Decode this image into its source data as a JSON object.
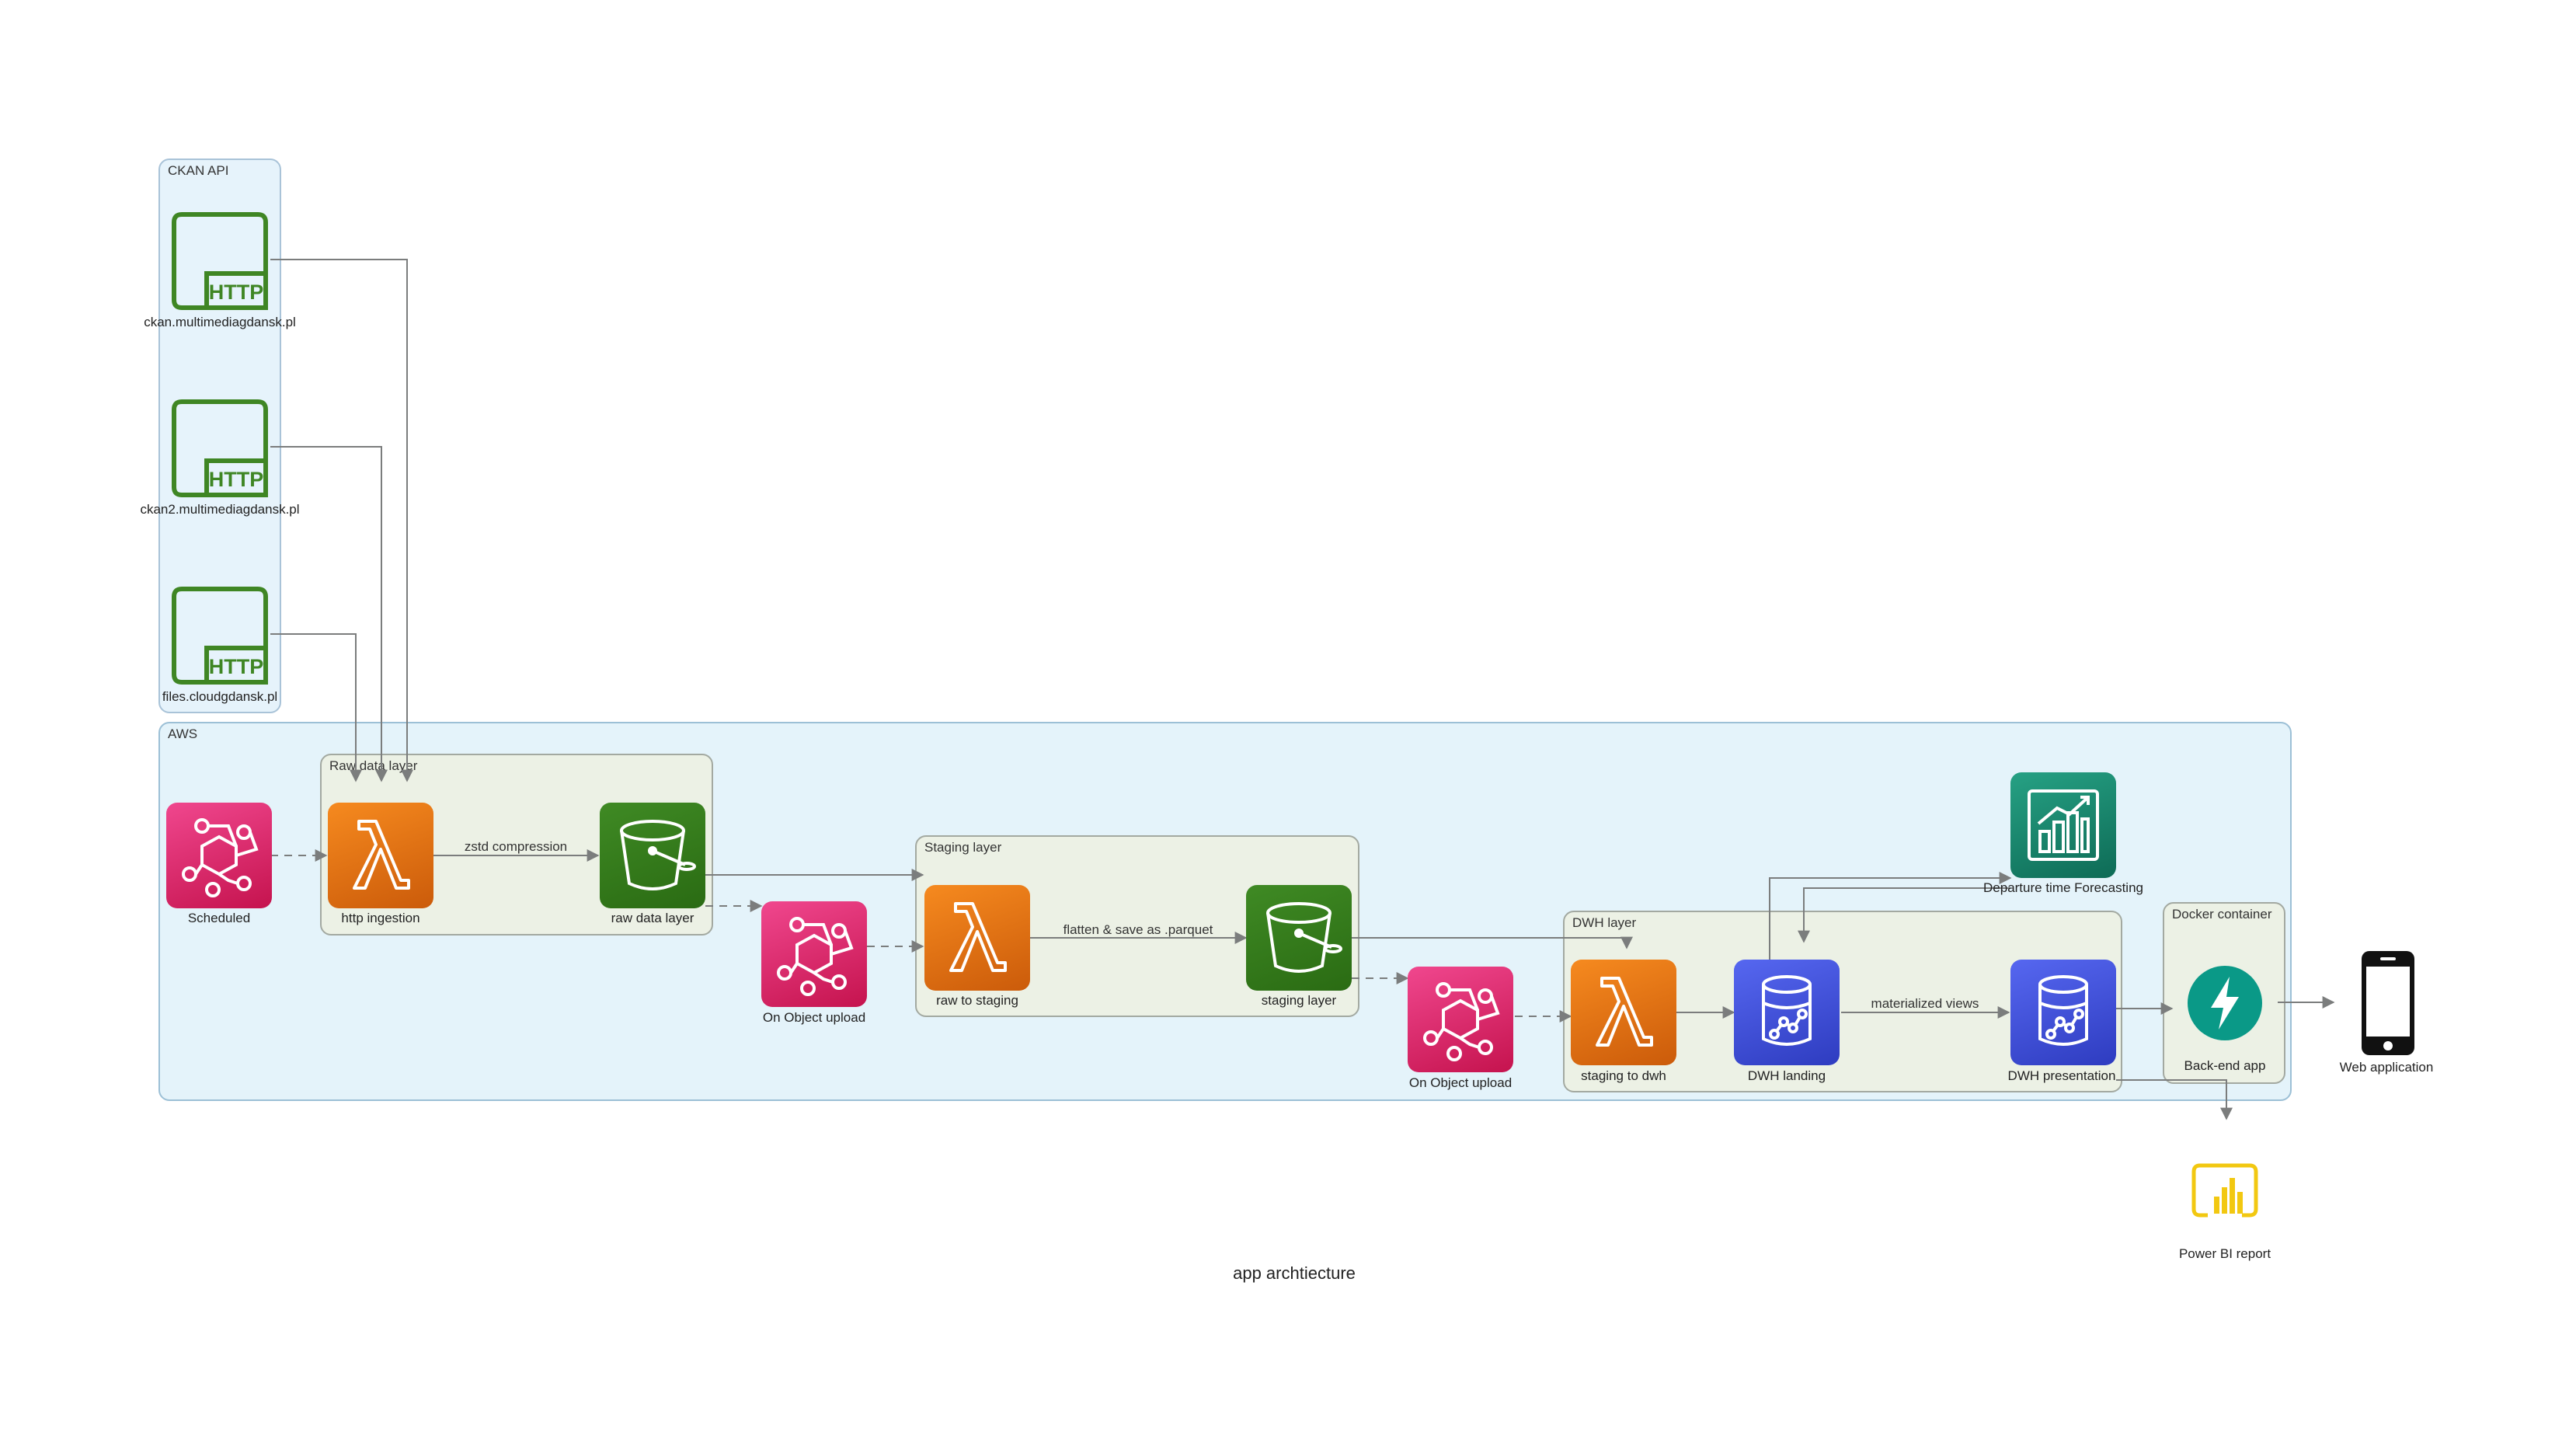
{
  "diagram_title": "app archtiecture",
  "clusters": {
    "ckan_api": "CKAN API",
    "aws": "AWS",
    "raw_data_layer": "Raw data layer",
    "staging_layer": "Staging layer",
    "dwh_layer": "DWH layer",
    "docker_container": "Docker container"
  },
  "nodes": {
    "ckan1": {
      "label": "ckan.multimediagdansk.pl",
      "icon": "http-icon"
    },
    "ckan2": {
      "label": "ckan2.multimediagdansk.pl",
      "icon": "http-icon"
    },
    "files": {
      "label": "files.cloudgdansk.pl",
      "icon": "http-icon"
    },
    "scheduled": {
      "label": "Scheduled",
      "icon": "eventbridge-icon"
    },
    "http_ingestion": {
      "label": "http ingestion",
      "icon": "lambda-icon"
    },
    "raw_data_layer": {
      "label": "raw data layer",
      "icon": "s3-bucket-icon"
    },
    "on_upload_1": {
      "label": "On Object upload",
      "icon": "eventbridge-icon"
    },
    "raw_to_staging": {
      "label": "raw to staging",
      "icon": "lambda-icon"
    },
    "staging_layer": {
      "label": "staging layer",
      "icon": "s3-bucket-icon"
    },
    "on_upload_2": {
      "label": "On Object upload",
      "icon": "eventbridge-icon"
    },
    "staging_to_dwh": {
      "label": "staging to dwh",
      "icon": "lambda-icon"
    },
    "dwh_landing": {
      "label": "DWH landing",
      "icon": "rds-icon"
    },
    "dwh_presentation": {
      "label": "DWH presentation",
      "icon": "rds-icon"
    },
    "forecasting": {
      "label": "Departure time Forecasting",
      "icon": "forecast-icon"
    },
    "backend": {
      "label": "Back-end app",
      "icon": "fastapi-icon"
    },
    "web_app": {
      "label": "Web application",
      "icon": "mobile-icon"
    },
    "power_bi": {
      "label": "Power BI report",
      "icon": "powerbi-icon"
    }
  },
  "edges": {
    "zstd": "zstd compression",
    "flatten": "flatten & save as .parquet",
    "mviews": "materialized views"
  },
  "colors": {
    "http_green": "#3f8624",
    "eventbridge": "#e7157b",
    "lambda": "#ed7100",
    "s3": "#3f8624",
    "rds": "#3b48cc",
    "forecast": "#01a88d",
    "fastapi": "#05998b",
    "powerbi": "#f2c811",
    "edge": "#7b7d7d"
  }
}
